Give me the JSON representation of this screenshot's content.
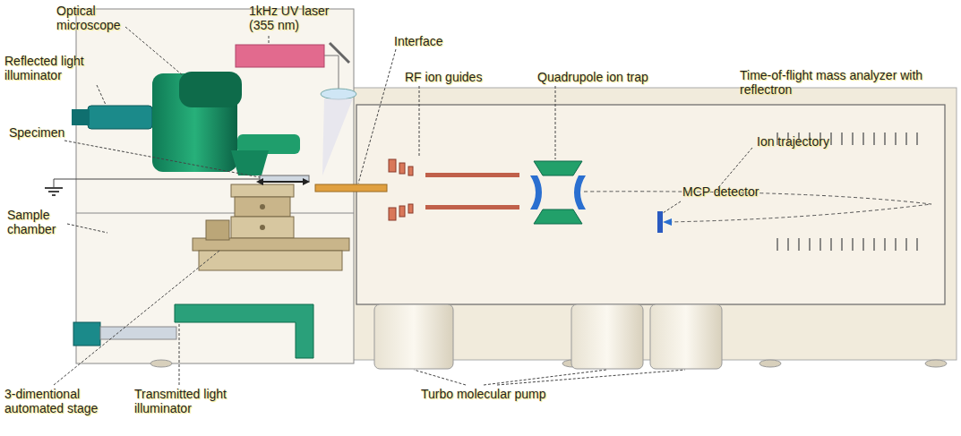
{
  "diagram": {
    "labels": [
      "Optical microscope",
      "1kHz UV laser (355 nm)",
      "Reflected light illuminator",
      "Interface",
      "RF ion guides",
      "Quadrupole ion trap",
      "Time-of-flight mass analyzer with reflectron",
      "Specimen",
      "Ion trajectory",
      "MCP detector",
      "Sample chamber",
      "3-dimentional automated stage",
      "Transmitted light illuminator",
      "Turbo molecular pump"
    ]
  }
}
